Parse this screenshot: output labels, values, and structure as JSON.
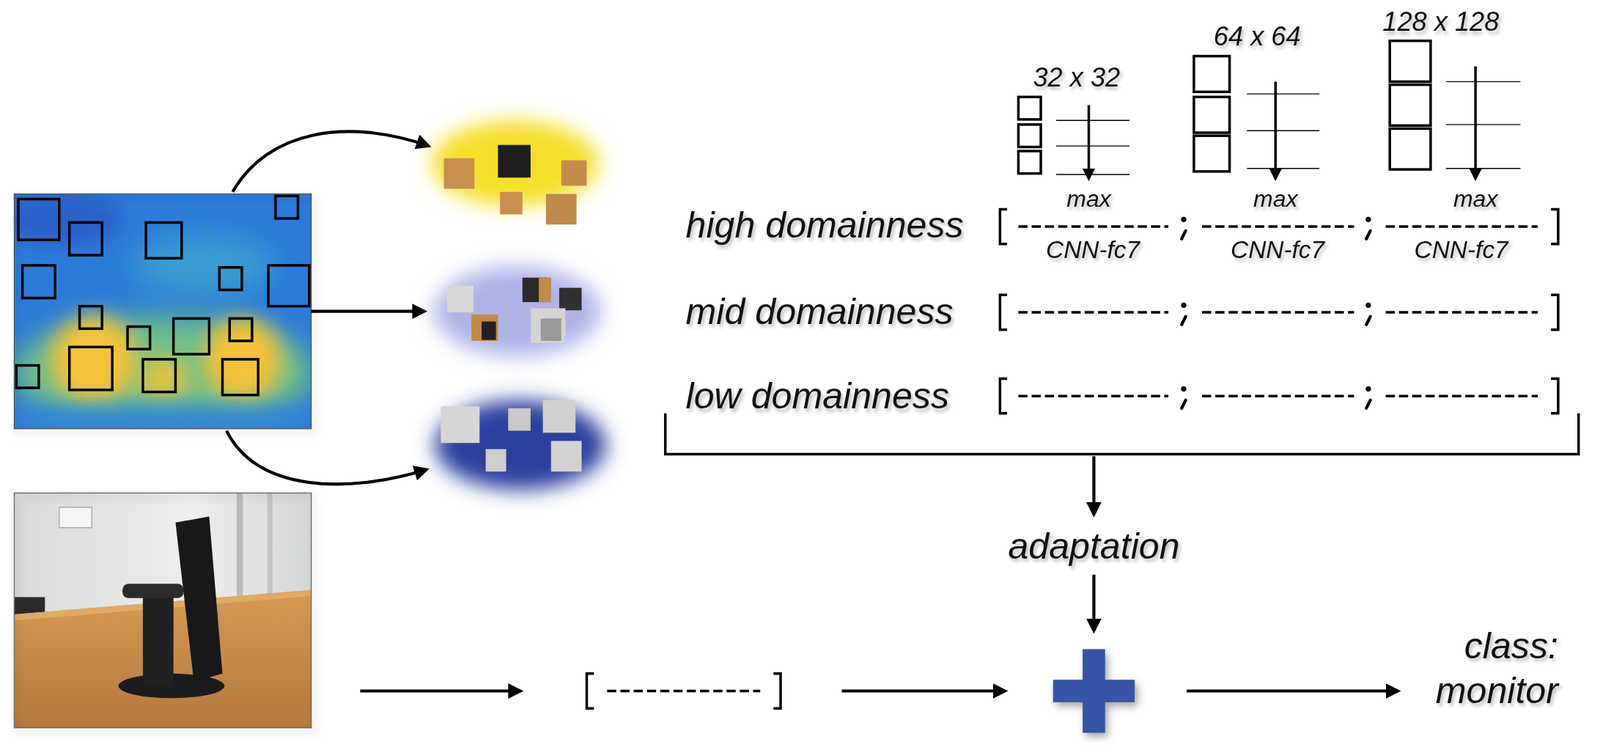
{
  "diagram": {
    "labels": [
      "32 x 32",
      "64 x 64",
      "128 x 128",
      "max",
      "max",
      "max",
      "high domainness",
      "CNN-fc7",
      "CNN-fc7",
      "CNN-fc7",
      "mid domainness",
      "low domainness",
      "adaptation",
      "class: monitor"
    ]
  }
}
